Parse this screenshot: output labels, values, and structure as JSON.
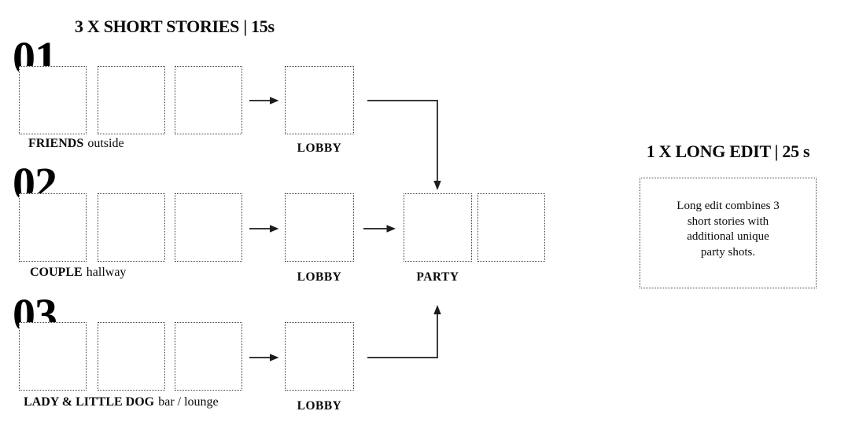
{
  "colors": {
    "background": "#ffffff",
    "text": "#0a0a0a",
    "line": "#1c1c1c",
    "frame_border": "#3f3f3f"
  },
  "short_stories": {
    "title": "3 X SHORT STORIES | 15s",
    "rows": [
      {
        "number": "01",
        "scene_bold": "FRIENDS",
        "scene_detail": "outside",
        "frame_count": 3,
        "lobby_label": "LOBBY"
      },
      {
        "number": "02",
        "scene_bold": "COUPLE",
        "scene_detail": "hallway",
        "frame_count": 3,
        "lobby_label": "LOBBY"
      },
      {
        "number": "03",
        "scene_bold": "LADY & LITTLE DOG",
        "scene_detail": "bar / lounge",
        "frame_count": 3,
        "lobby_label": "LOBBY"
      }
    ],
    "party_label": "PARTY",
    "party_frame_count": 2
  },
  "long_edit": {
    "title": "1 X LONG EDIT | 25 s",
    "description_lines": [
      "Long edit combines 3",
      "short stories with",
      "additional unique",
      "party shots."
    ]
  }
}
